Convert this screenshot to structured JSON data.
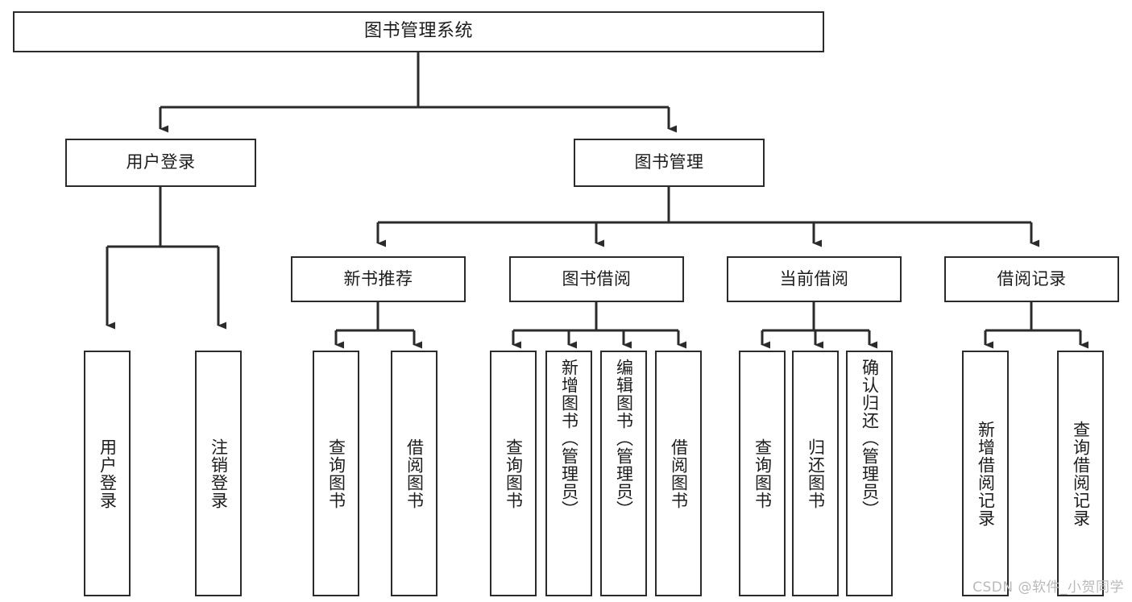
{
  "diagram": {
    "title": "图书管理系统",
    "type": "tree",
    "watermark": "CSDN @软件_小贺同学",
    "edge_color": "#2b2b2b",
    "box_border_color": "#2b2b2b",
    "box_fill_color": "#ffffff",
    "background_color": "#ffffff",
    "nodes": {
      "root": {
        "label": "图书管理系统"
      },
      "level2": [
        {
          "id": "user-login",
          "label": "用户登录"
        },
        {
          "id": "book-manage",
          "label": "图书管理"
        }
      ],
      "level3": [
        {
          "id": "new-book-recommend",
          "label": "新书推荐"
        },
        {
          "id": "book-borrow",
          "label": "图书借阅"
        },
        {
          "id": "current-borrow",
          "label": "当前借阅"
        },
        {
          "id": "borrow-record",
          "label": "借阅记录"
        }
      ],
      "leaves": [
        {
          "id": "leaf-user-login",
          "label": "用户登录",
          "parent": "user-login"
        },
        {
          "id": "leaf-logout",
          "label": "注销登录",
          "parent": "user-login"
        },
        {
          "id": "leaf-query-book-1",
          "label": "查询图书",
          "parent": "new-book-recommend"
        },
        {
          "id": "leaf-borrow-book-1",
          "label": "借阅图书",
          "parent": "new-book-recommend"
        },
        {
          "id": "leaf-query-book-2",
          "label": "查询图书",
          "parent": "book-borrow"
        },
        {
          "id": "leaf-add-book",
          "label": "新增图书（管理员）",
          "parent": "book-borrow"
        },
        {
          "id": "leaf-edit-book",
          "label": "编辑图书（管理员）",
          "parent": "book-borrow"
        },
        {
          "id": "leaf-borrow-book-2",
          "label": "借阅图书",
          "parent": "book-borrow"
        },
        {
          "id": "leaf-query-book-3",
          "label": "查询图书",
          "parent": "current-borrow"
        },
        {
          "id": "leaf-return-book",
          "label": "归还图书",
          "parent": "current-borrow"
        },
        {
          "id": "leaf-confirm-return",
          "label": "确认归还（管理员）",
          "parent": "current-borrow"
        },
        {
          "id": "leaf-add-record",
          "label": "新增借阅记录",
          "parent": "borrow-record"
        },
        {
          "id": "leaf-query-record",
          "label": "查询借阅记录",
          "parent": "borrow-record"
        }
      ]
    }
  }
}
